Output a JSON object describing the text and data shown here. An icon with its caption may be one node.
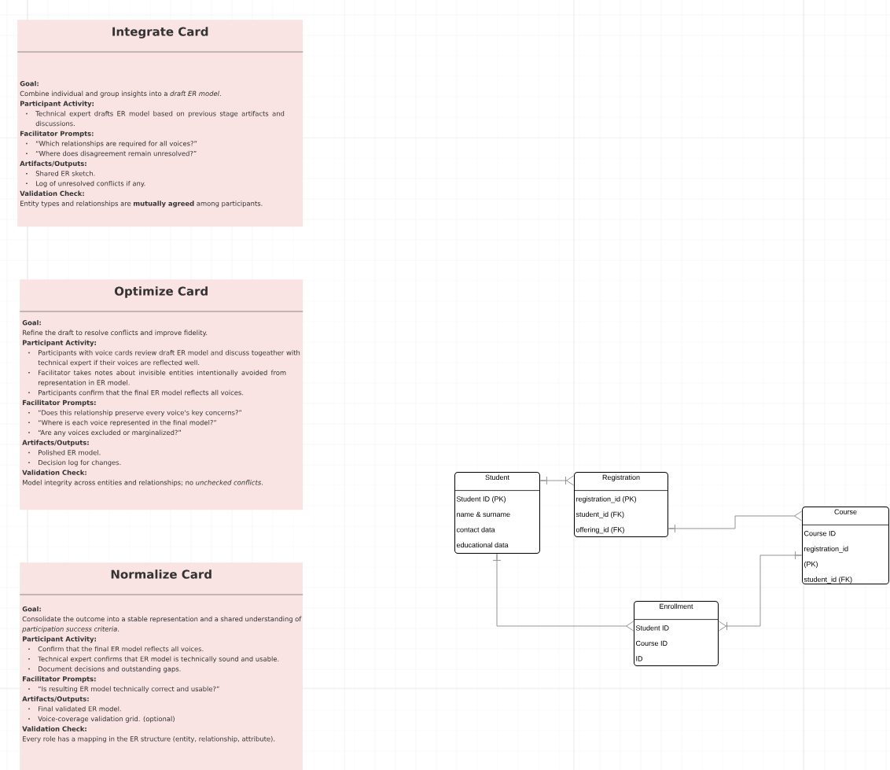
{
  "diagram": {
    "nodes": [
      {
        "text": [
          "Integrate Card",
          "Goal:",
          "Combine individual and group insights into a *draft ER model*.",
          "Participant Activity:",
          "Technical expert drafts ER model based on previous stage artifacts and discussions.",
          "Facilitator Prompts:",
          "“Which relationships are required for all voices?”",
          "“Where does disagreement remain unresolved?”",
          "Artifacts/Outputs:",
          "Shared ER sketch.",
          "Log of unresolved conflicts if any.",
          "Validation Check:",
          "Entity types and relationships are **mutually agreed** among participants."
        ]
      },
      {
        "text": [
          "Optimize Card",
          "Goal:",
          "Refine the draft to resolve conflicts and improve fidelity.",
          "Participant Activity:",
          "Participants with voice cards review draft ER model and discuss togeather with technical expert if their voices are reflected well.",
          "Facilitator takes notes about invisible entities intentionally avoided from representation in ER model.",
          "Participants confirm that the final ER model reflects all voices.",
          "Facilitator Prompts:",
          "“Does this relationship preserve every voice's key concerns?”",
          "“Where is each voice represented in the final model?”",
          "“Are any voices excluded or marginalized?”",
          "Artifacts/Outputs:",
          "Polished ER model.",
          "Decision log for changes.",
          "Validation Check:",
          "Model integrity across entities and relationships; no *unchecked conflicts*."
        ]
      },
      {
        "text": [
          "Normalize Card",
          "Goal:",
          "Consolidate the outcome into a stable representation and a shared understanding of *participation success criteria*.",
          "Participant Activity:",
          "Confirm that the final ER model reflects all voices.",
          "Technical expert confirms that ER model is technically sound and usable.",
          "Document decisions and outstanding gaps.",
          "Facilitator Prompts:",
          "“Is resulting ER model technically correct and usable?”",
          "Artifacts/Outputs:",
          "Final validated ER model.",
          "Voice-coverage validation grid. (optional)",
          "Validation Check:",
          "Every role has a mapping in the ER structure (entity, relationship, attribute)."
        ]
      },
      {
        "text": [
          "Student",
          "Student ID (PK)",
          "name & surname",
          "contact data",
          "educational data"
        ]
      },
      {
        "text": [
          "Registration",
          "registration_id (PK)",
          "student_id (FK)",
          "offering_id (FK)"
        ]
      },
      {
        "text": [
          "Course",
          "Course ID",
          "registration_id (PK)",
          "student_id (FK)"
        ]
      },
      {
        "text": [
          "Enrollment",
          "Student ID",
          "Course ID",
          "ID"
        ]
      }
    ],
    "edges": [
      {
        "from": 3,
        "to": 4,
        "arrow": "other"
      },
      {
        "from": 4,
        "to": 5,
        "arrow": "other"
      },
      {
        "from": 3,
        "to": 6,
        "arrow": "other"
      },
      {
        "from": 5,
        "to": 6,
        "arrow": "other"
      }
    ]
  }
}
